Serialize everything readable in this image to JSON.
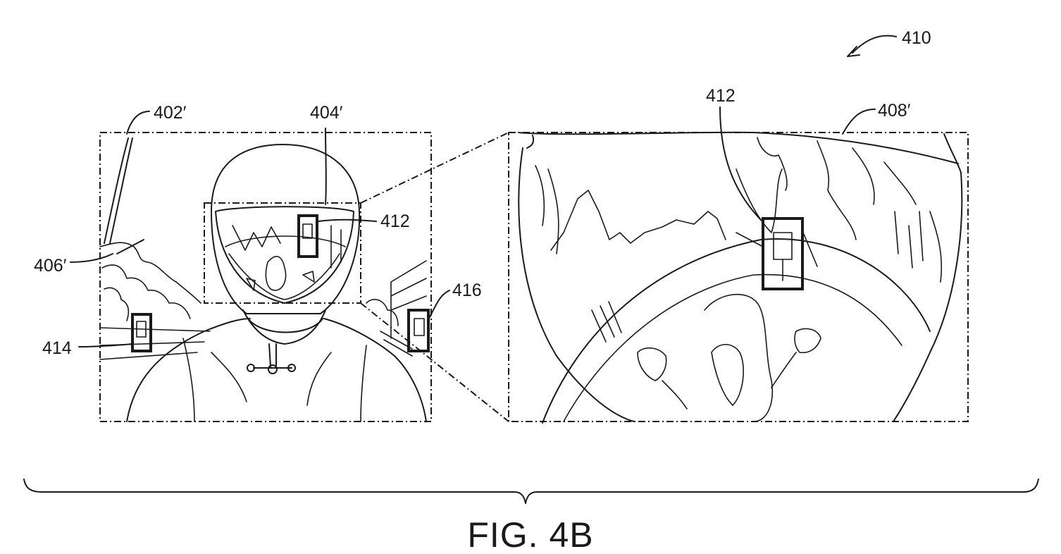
{
  "figure": {
    "caption": "FIG. 4B",
    "labels": {
      "ref_410": "410",
      "ref_402": "402′",
      "ref_404": "404′",
      "ref_406": "406′",
      "ref_408": "408′",
      "ref_412_left": "412",
      "ref_412_right": "412",
      "ref_414": "414",
      "ref_416": "416"
    }
  }
}
